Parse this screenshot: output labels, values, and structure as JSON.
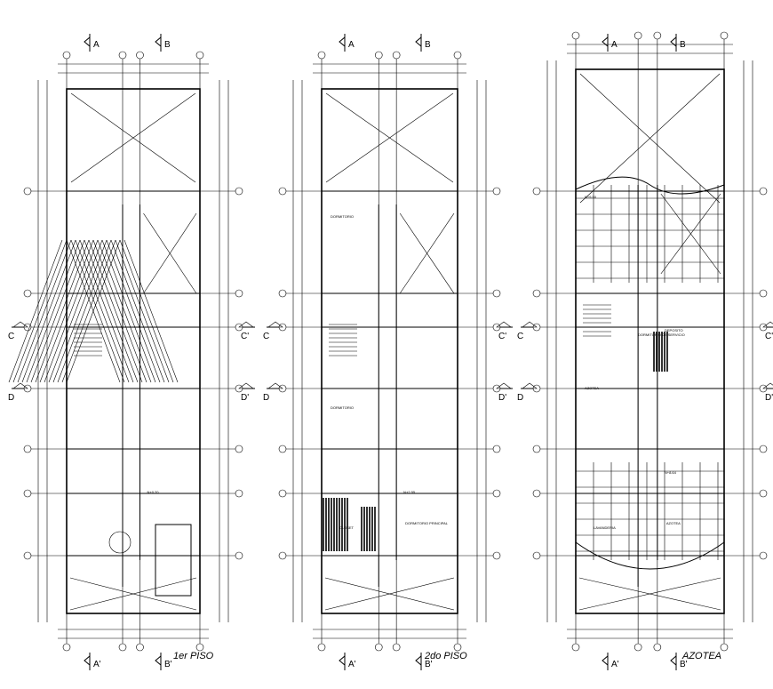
{
  "sheets": [
    {
      "title": "1er PISO",
      "cuts": {
        "top": [
          "A",
          "B"
        ],
        "bottom": [
          "A'",
          "B'"
        ],
        "left": [
          "C",
          "D"
        ],
        "right": [
          "C'",
          "D'"
        ]
      },
      "levels": [
        "N+0.20"
      ]
    },
    {
      "title": "2do PISO",
      "cuts": {
        "top": [
          "A",
          "B"
        ],
        "bottom": [
          "A'",
          "B'"
        ],
        "left": [
          "C",
          "D"
        ],
        "right": [
          "C'",
          "D'"
        ]
      },
      "levels": [
        "N+2.55",
        "DORMITORIO",
        "DORMITORIO",
        "DORMITORIO PRINCIPAL",
        "CLOSET"
      ]
    },
    {
      "title": "AZOTEA",
      "cuts": {
        "top": [
          "A",
          "B"
        ],
        "bottom": [
          "A'",
          "B'"
        ],
        "left": [
          "C",
          "D"
        ],
        "right": [
          "C'",
          "D'"
        ]
      },
      "levels": [
        "N+8.64",
        "N+5.50",
        "AZOTEA",
        "AZOTEA",
        "LAVANDERIA",
        "DORMITORIO DE SERVICIO",
        "DEPOSITO"
      ]
    }
  ]
}
